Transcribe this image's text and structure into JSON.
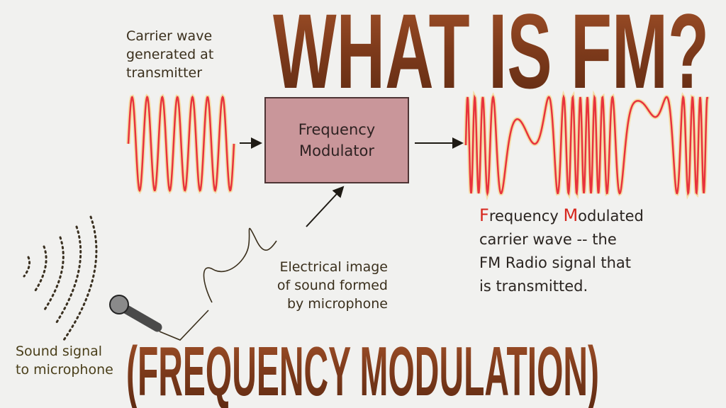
{
  "title": "WHAT IS FM?",
  "subtitle": "(FREQUENCY MODULATION)",
  "carrier_label": [
    "Carrier wave",
    "generated at",
    "transmitter"
  ],
  "modulator_box": [
    "Frequency",
    "Modulator"
  ],
  "electrical_label": [
    "Electrical image",
    "of sound formed",
    "by microphone"
  ],
  "sound_label": [
    "Sound signal",
    "to microphone"
  ],
  "fm_label": {
    "line1_f": "F",
    "line1_rest1": "requency ",
    "line1_m": "M",
    "line1_rest2": "odulated",
    "line2": "carrier wave -- the",
    "line3": "FM Radio signal that",
    "line4": "is transmitted."
  },
  "colors": {
    "title": "#8a4020",
    "wave": "#e8333c",
    "wave_fill": "#f7d27a",
    "box": "#c9969a",
    "accent_red": "#d6261d"
  }
}
